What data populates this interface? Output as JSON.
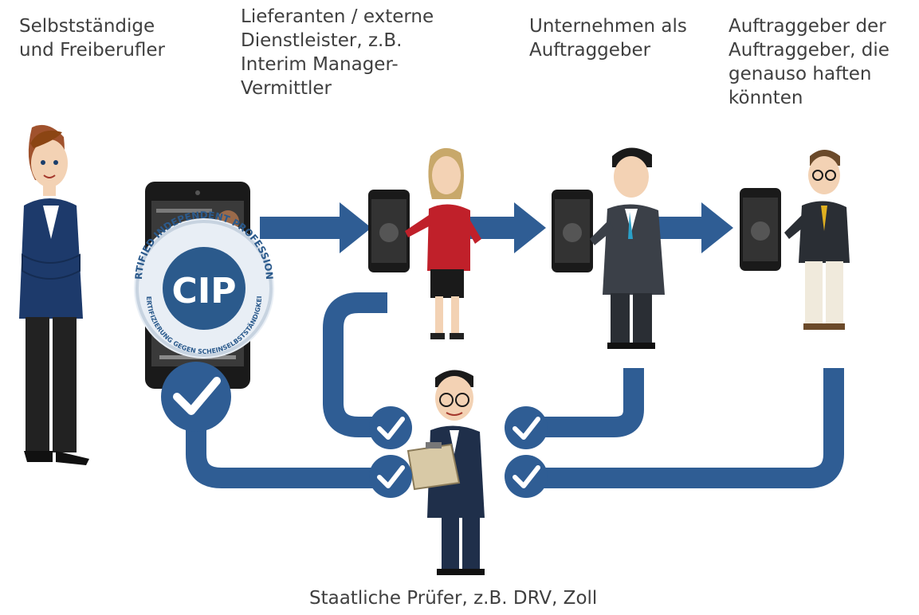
{
  "labels": {
    "self_employed": "Selbstständige\nund Freiberufler",
    "supplier": "Lieferanten / externe\nDienstleister, z.B.\nInterim Manager-\nVermittler",
    "company": "Unternehmen als\nAuftraggeber",
    "client_of_client": "Auftraggeber der\nAuftraggeber, die\ngenauso haften\nkönnten",
    "auditor": "Staatliche Prüfer, z.B. DRV, Zoll"
  },
  "badge": {
    "top_text": "CERTIFIED INDEPENDENT PROFESSIONAL",
    "bottom_text": "ZERTIFIZIERUNG GEGEN SCHEINSELBSTSTÄNDIGKEIT",
    "logo": "CIP"
  },
  "colors": {
    "flow_blue": "#2f5d94",
    "badge_blue": "#2b5a8c",
    "check_circle": "#2f5d94"
  },
  "icons": [
    "check-icon",
    "arrow-right-icon",
    "phone-icon",
    "person-icon",
    "clipboard-icon"
  ]
}
